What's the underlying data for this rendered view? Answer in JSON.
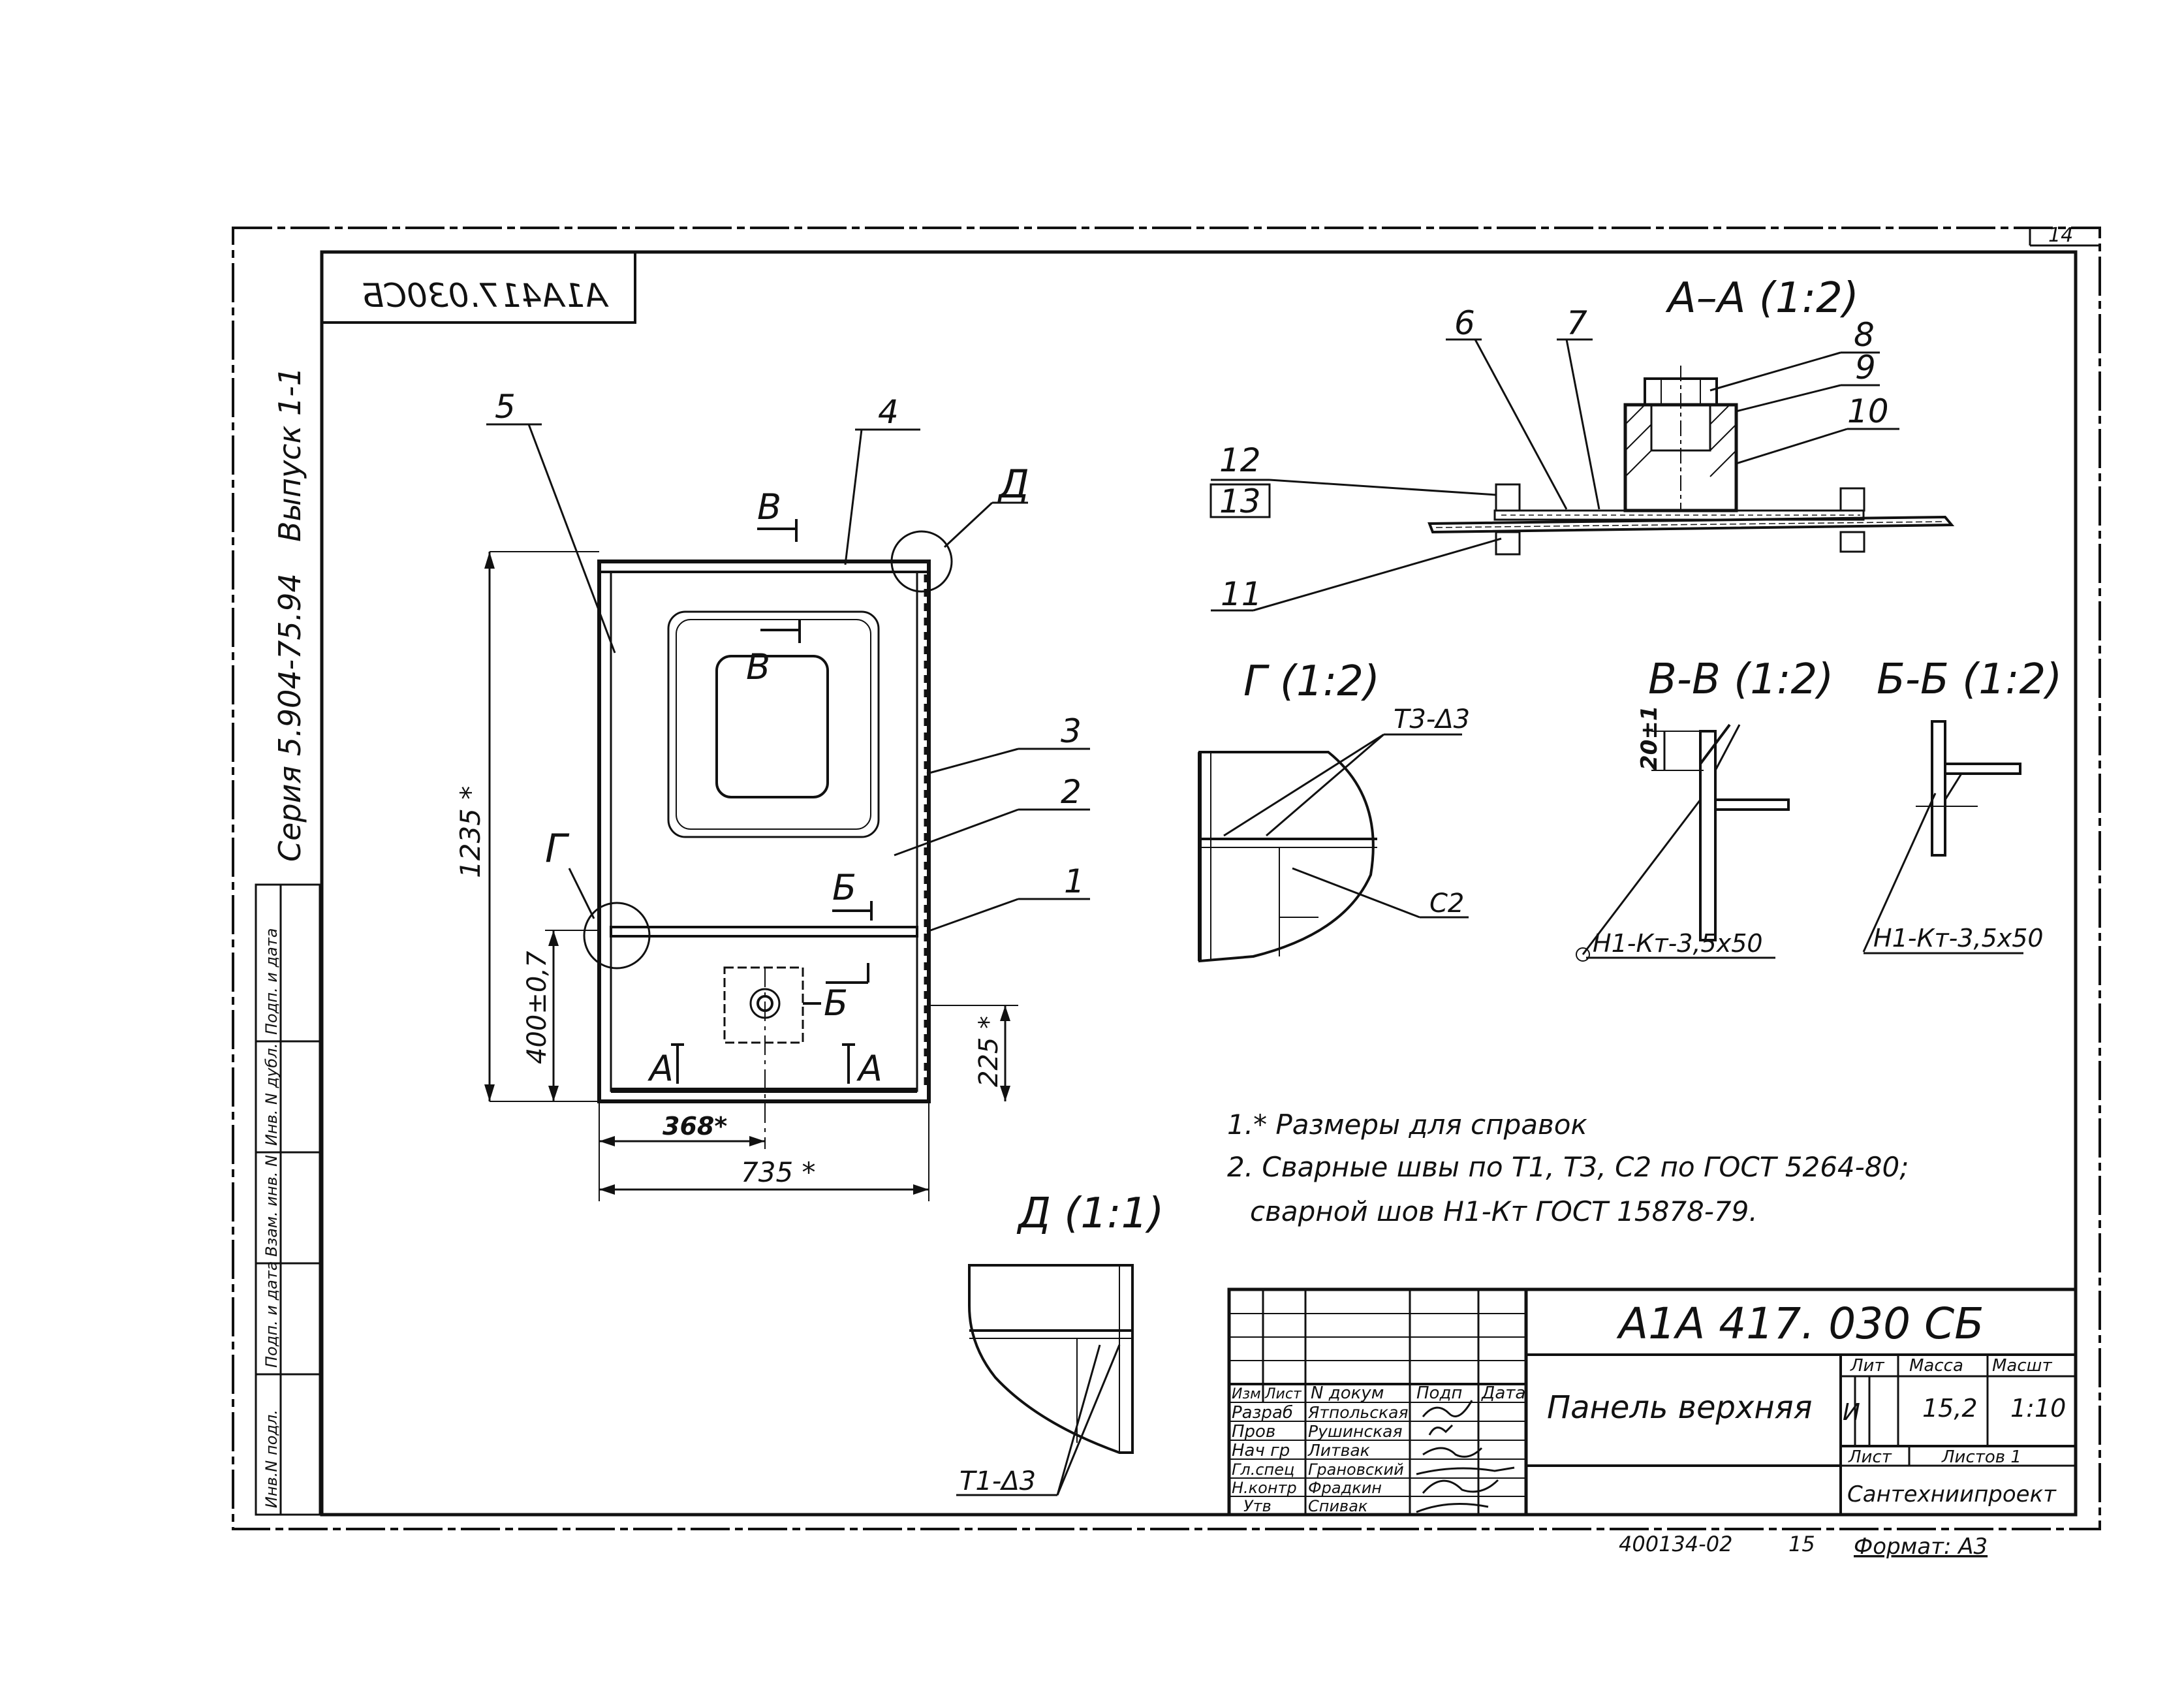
{
  "sheet": {
    "page_number": "14",
    "side_stamp": {
      "series": "Серия 5.904-75.94",
      "issue": "Выпуск 1-1"
    },
    "side_columns": [
      "Инв.N подл.",
      "Подп. и дата",
      "Взам. инв. N",
      "Инв. N дубл.",
      "Подп. и дата"
    ],
    "mirrored_code": "А1А417.030СБ"
  },
  "main_view": {
    "leaders": [
      "1",
      "2",
      "3",
      "4",
      "5"
    ],
    "section_marks": [
      "В",
      "В",
      "Б",
      "Б",
      "А",
      "А"
    ],
    "detail_marks": [
      "Г",
      "Д"
    ],
    "dimensions": {
      "height": "1235 *",
      "lower": "400±0,7",
      "right": "225 *",
      "center": "368*",
      "width": "735 *"
    }
  },
  "section_aa": {
    "title": "А–А (1:2)",
    "leaders": [
      "6",
      "7",
      "8",
      "9",
      "10",
      "11",
      "12",
      "13"
    ]
  },
  "view_g": {
    "title": "Г (1:2)",
    "weld_top": "Т3-Δ3",
    "weld_bottom": "С2"
  },
  "section_vv": {
    "title": "В-В (1:2)",
    "dim": "20±1",
    "weld": "Н1-Кт-3,5х50"
  },
  "section_bb": {
    "title": "Б-Б (1:2)",
    "weld": "Н1-Кт-3,5х50"
  },
  "view_d": {
    "title": "Д (1:1)",
    "weld": "Т1-Δ3"
  },
  "notes": [
    "1.* Размеры для справок",
    "2. Сварные швы по Т1, Т3, С2 по ГОСТ 5264-80;",
    "сварной шов Н1-Кт ГОСТ 15878-79."
  ],
  "title_block": {
    "designation": "А1А 417. 030 СБ",
    "name": "Панель верхняя",
    "col_headers": [
      "Изм",
      "Лист",
      "N докум",
      "Подп",
      "Дата"
    ],
    "roles": [
      {
        "role": "Разраб",
        "name": "Ятпольская"
      },
      {
        "role": "Пров",
        "name": "Рушинская"
      },
      {
        "role": "Нач гр",
        "name": "Литвак"
      },
      {
        "role": "Гл.спец",
        "name": "Грановский"
      },
      {
        "role": "Н.контр",
        "name": "Фрадкин"
      },
      {
        "role": "Утв",
        "name": "Спивак"
      }
    ],
    "lit_header": "Лит",
    "mass_header": "Масса",
    "scale_header": "Масшт",
    "lit": "И",
    "mass": "15,2",
    "scale": "1:10",
    "sheet_label": "Лист",
    "sheets_label": "Листов 1",
    "organization": "Сантехниипроект"
  },
  "footer": {
    "copy_code": "400134-02",
    "copy_num": "15",
    "format_label": "Формат: А3"
  }
}
